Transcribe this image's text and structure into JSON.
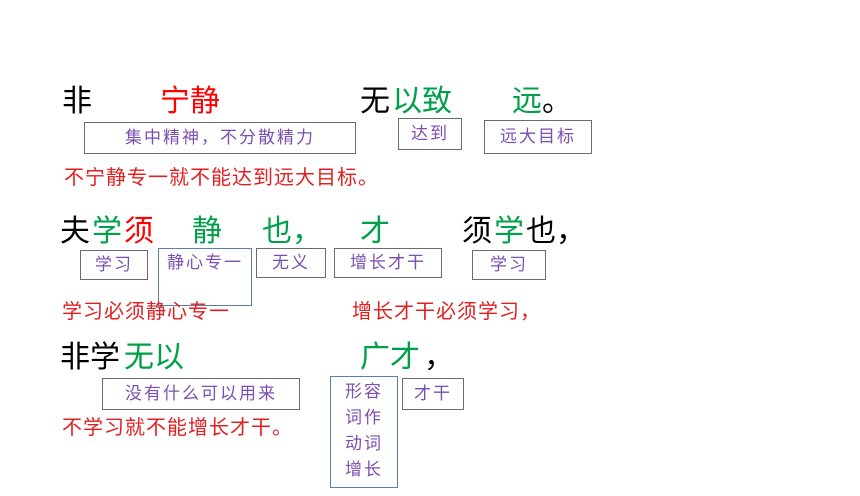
{
  "lines": {
    "line1": {
      "fei": "非",
      "ningjing": "宁静",
      "wu": "无",
      "yizhi": "以致",
      "yuan": "远",
      "period": "。"
    },
    "line2": {
      "fu": "夫",
      "xue": "学",
      "xu": "须",
      "jing": "静",
      "ye": "也，",
      "cai": "才",
      "xu2": "须",
      "xue2": "学",
      "ye2": "也，"
    },
    "line3": {
      "feixue": "非学",
      "wuyi": "无以",
      "guangcai": "广才",
      "comma": "，"
    }
  },
  "notes": {
    "jizhong": "集中精神，不分散精力",
    "dadao": "达到",
    "yuanda": "远大目标",
    "xuexi1": "学习",
    "jingxin": "静心专一",
    "wuyi": "无义",
    "zengzhang": "增长才干",
    "xuexi2": "学习",
    "meiyou": "没有什么可以用来",
    "xingrong": "形容词作动词增长",
    "caigan": "才干"
  },
  "translations": {
    "t1": "不宁静专一就不能达到远大目标。",
    "t2a": "学习必须静心专一",
    "t2b": "增长才干必须学习，",
    "t3": "不学习就不能增长才干。"
  }
}
